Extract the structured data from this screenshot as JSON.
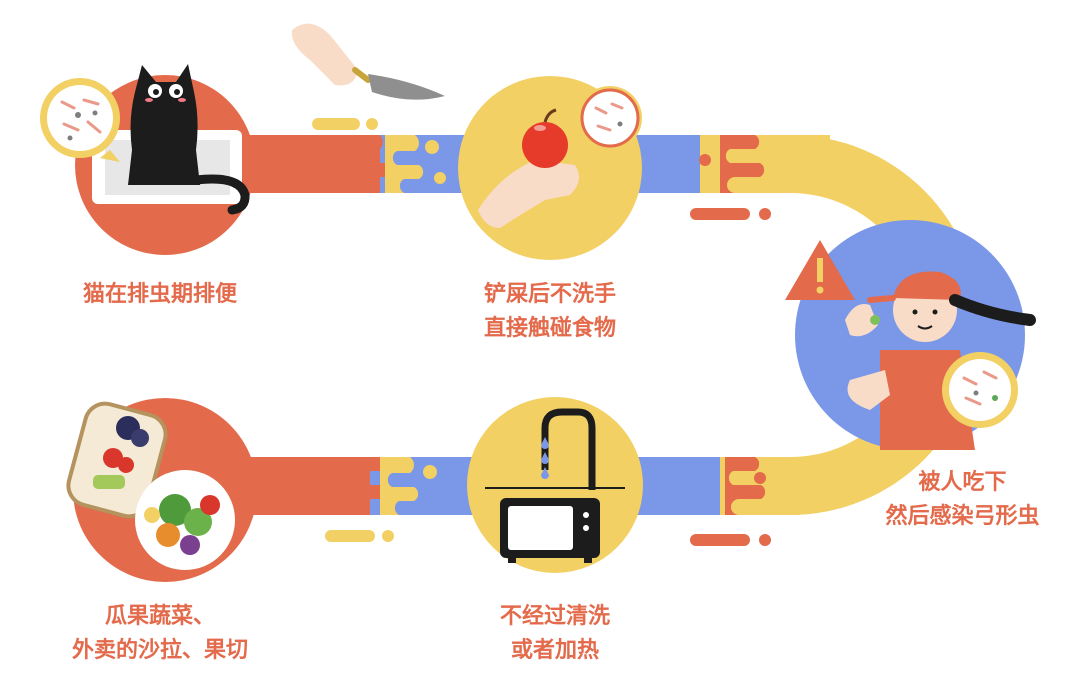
{
  "steps": [
    {
      "id": "cat",
      "lines": [
        "猫在排虫期排便"
      ]
    },
    {
      "id": "scoop",
      "lines": [
        "铲屎后不洗手",
        "直接触碰食物"
      ]
    },
    {
      "id": "eat",
      "lines": [
        "被人吃下",
        "然后感染弓形虫"
      ]
    },
    {
      "id": "wash",
      "lines": [
        "不经过清洗",
        "或者加热"
      ]
    },
    {
      "id": "food",
      "lines": [
        "瓜果蔬菜、",
        "外卖的沙拉、果切"
      ]
    }
  ],
  "colors": {
    "coral": "#e36a4b",
    "yellow": "#f2d063",
    "blue": "#7b97e8",
    "black": "#1c1c1c",
    "skin": "#f8dcc8"
  }
}
